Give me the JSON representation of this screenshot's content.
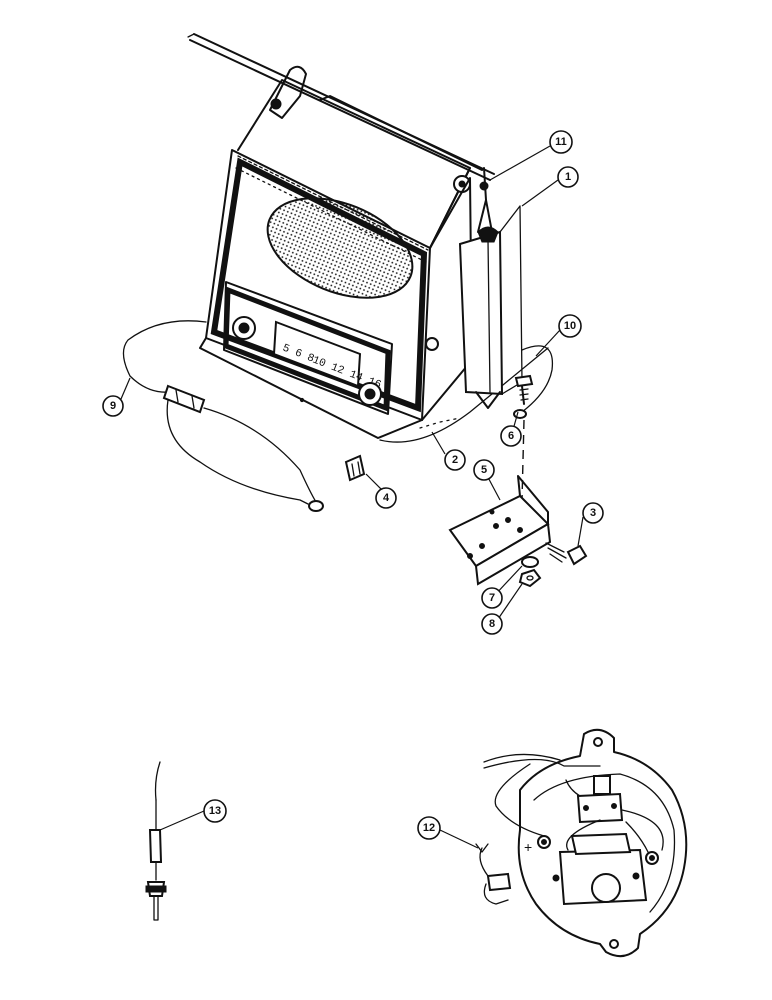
{
  "callouts": [
    {
      "id": "1",
      "label": "1"
    },
    {
      "id": "2",
      "label": "2"
    },
    {
      "id": "3",
      "label": "3"
    },
    {
      "id": "4",
      "label": "4"
    },
    {
      "id": "5",
      "label": "5"
    },
    {
      "id": "6",
      "label": "6"
    },
    {
      "id": "7",
      "label": "7"
    },
    {
      "id": "8",
      "label": "8"
    },
    {
      "id": "9",
      "label": "9"
    },
    {
      "id": "10",
      "label": "10"
    },
    {
      "id": "11",
      "label": "11"
    },
    {
      "id": "12",
      "label": "12"
    },
    {
      "id": "13",
      "label": "13"
    }
  ],
  "radio_dial": {
    "left_scale": "5 6 8",
    "right_scale": "10 12 14 16"
  },
  "alternator_terminal_mark": "+"
}
